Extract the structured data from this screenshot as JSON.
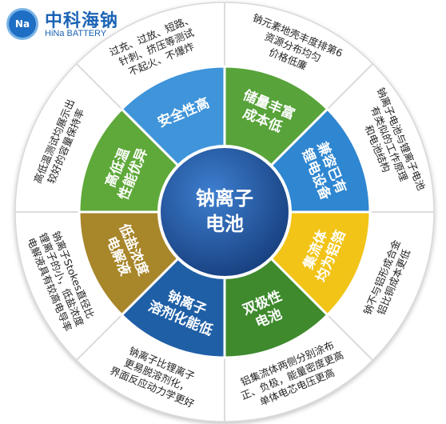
{
  "logo": {
    "badge": "Na",
    "cn": "中科海钠",
    "en": "HiNa BATTERY"
  },
  "center": {
    "lines": [
      "钠离子",
      "电池"
    ]
  },
  "sectors": [
    {
      "id": "resource",
      "inner": [
        "储量丰富",
        "成本低"
      ],
      "outer": [
        "钠元素地壳丰度排第6",
        "资源分布均匀",
        "价格低廉"
      ],
      "color": "#58a33a"
    },
    {
      "id": "compatible",
      "inner": [
        "兼容已有",
        "锂电设备"
      ],
      "outer": [
        "钠离子电池与锂离子电池",
        "有类似的工作原理",
        "和电池结构"
      ],
      "color": "#2f86d1"
    },
    {
      "id": "current-collector",
      "inner": [
        "集流体",
        "均为铝箔"
      ],
      "outer": [
        "钠不与铝形成合金",
        "铝比铜成本更低"
      ],
      "color": "#f2c418"
    },
    {
      "id": "bipolar",
      "inner": [
        "双极性",
        "电池"
      ],
      "outer": [
        "铝集流体两侧分别涂布",
        "正、负极，能量密度更高",
        "单体电芯电压更高"
      ],
      "color": "#3e8a2d"
    },
    {
      "id": "desolvation",
      "inner": [
        "钠离子",
        "溶剂化能低"
      ],
      "outer": [
        "钠离子比锂离子",
        "更易脱溶剂化，",
        "界面反应动力学更好"
      ],
      "color": "#1f5fa6"
    },
    {
      "id": "electrolyte",
      "inner": [
        "低盐浓度",
        "电解液"
      ],
      "outer": [
        "钠离子Stokes直径比",
        "锂离子的小，低盐浓度",
        "电解液具有较高电导率"
      ],
      "color": "#a8862a"
    },
    {
      "id": "temperature",
      "inner": [
        "高低温",
        "性能优异"
      ],
      "outer": [
        "高低温测试均展示出",
        "较好的容量保持率"
      ],
      "color": "#5fa93a"
    },
    {
      "id": "safety",
      "inner": [
        "安全性高"
      ],
      "outer": [
        "过充、过放、短路、",
        "针刺、挤压等测试",
        "不起火、不爆炸"
      ],
      "color": "#3f94da"
    }
  ]
}
